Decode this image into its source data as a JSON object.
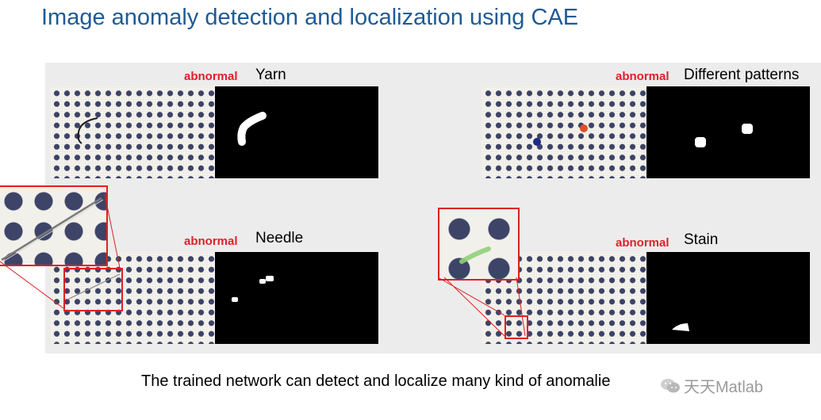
{
  "title": "Image anomaly detection and localization using CAE",
  "badge": "abnormal",
  "examples": [
    {
      "label": "Yarn"
    },
    {
      "label": "Different patterns"
    },
    {
      "label": "Needle"
    },
    {
      "label": "Stain"
    }
  ],
  "caption": "The trained network can detect and localize many kind of anomalie",
  "watermark": "天天Matlab",
  "colors": {
    "title": "#1f5a96",
    "badge": "#e0202a",
    "highlight": "#e02020",
    "fabric_dot": "#3d4468"
  }
}
